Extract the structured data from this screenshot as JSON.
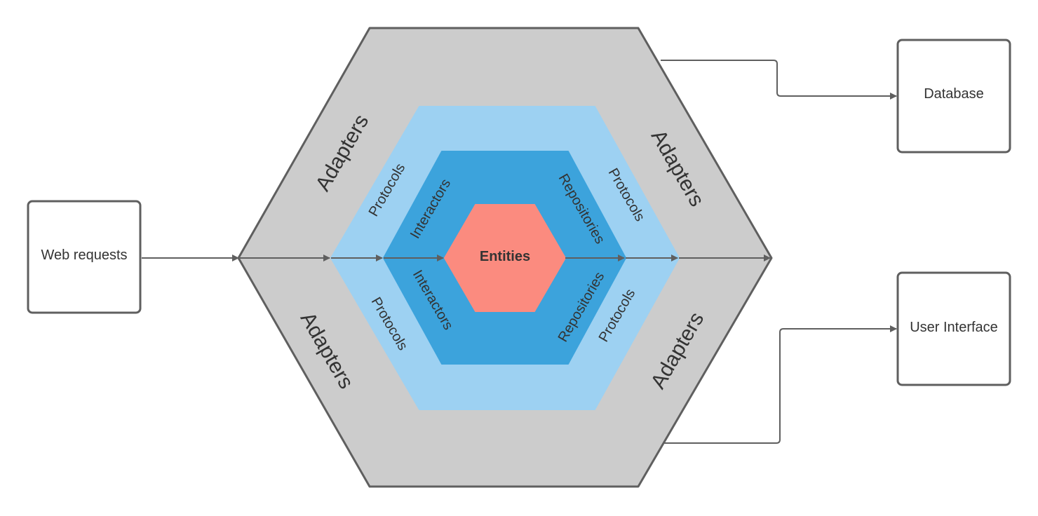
{
  "layers": {
    "adapters": {
      "color": "#cccccc",
      "labels": [
        "Adapters",
        "Adapters",
        "Adapters",
        "Adapters"
      ]
    },
    "protocols": {
      "color": "#9dd1f2",
      "labels": [
        "Protocols",
        "Protocols",
        "Protocols",
        "Protocols"
      ]
    },
    "interactors": {
      "color": "#3ca3dc",
      "labels": [
        "Interactors",
        "Interactors"
      ]
    },
    "repositories": {
      "labels": [
        "Repositories",
        "Repositories"
      ]
    },
    "entities": {
      "color": "#fb8b7f",
      "label": "Entities"
    }
  },
  "boxes": {
    "web_requests": "Web requests",
    "database": "Database",
    "user_interface": "User Interface"
  },
  "colors": {
    "border": "#5f5f5f",
    "text": "#333333"
  }
}
